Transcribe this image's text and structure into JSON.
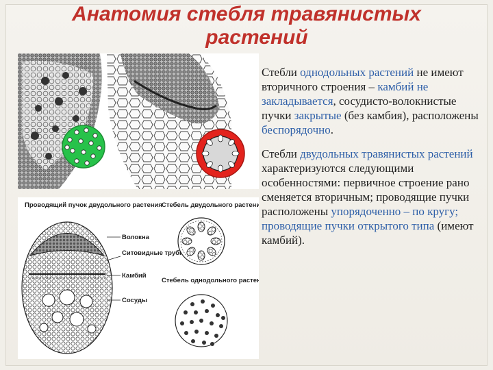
{
  "title": {
    "line1": "Анатомия стебля травянистых",
    "line2": "растений"
  },
  "figure_bottom": {
    "label_bundle": "Проводящий пучок двудольного растения",
    "label_fibers": "Волокна",
    "label_sieve_tubes": "Ситовидные трубки",
    "label_cambium": "Камбий",
    "label_vessels": "Сосуды",
    "label_dicot_stem": "Стебель двудольного растения",
    "label_monocot_stem": "Стебель однодольного растения"
  },
  "paragraph1": {
    "t1": "Стебли ",
    "h1": "однодольных растений",
    "t2": " не имеют вторичного строения – ",
    "h2": "камбий не закладывается",
    "t3": ", сосудисто-волокнистые пучки ",
    "h3": "закрытые",
    "t4": " (без камбия), расположены ",
    "h4": "беспорядочно",
    "t5": "."
  },
  "paragraph2": {
    "t1": "Стебли ",
    "h1": "двудольных травянистых растений",
    "t2": " характеризуются следующими особенностями: первичное строение рано сменяется вторичным; проводящие пучки расположены ",
    "h2": "упорядоченно – по кругу;",
    "t3": "  ",
    "h3": "проводящие пучки открытого типа",
    "t4": " (имеют камбий)."
  },
  "colors": {
    "title": "#c0312b",
    "highlight": "#2e5fa8",
    "monocot_disc": "#27c24a",
    "dicot_disc": "#e3231d"
  }
}
